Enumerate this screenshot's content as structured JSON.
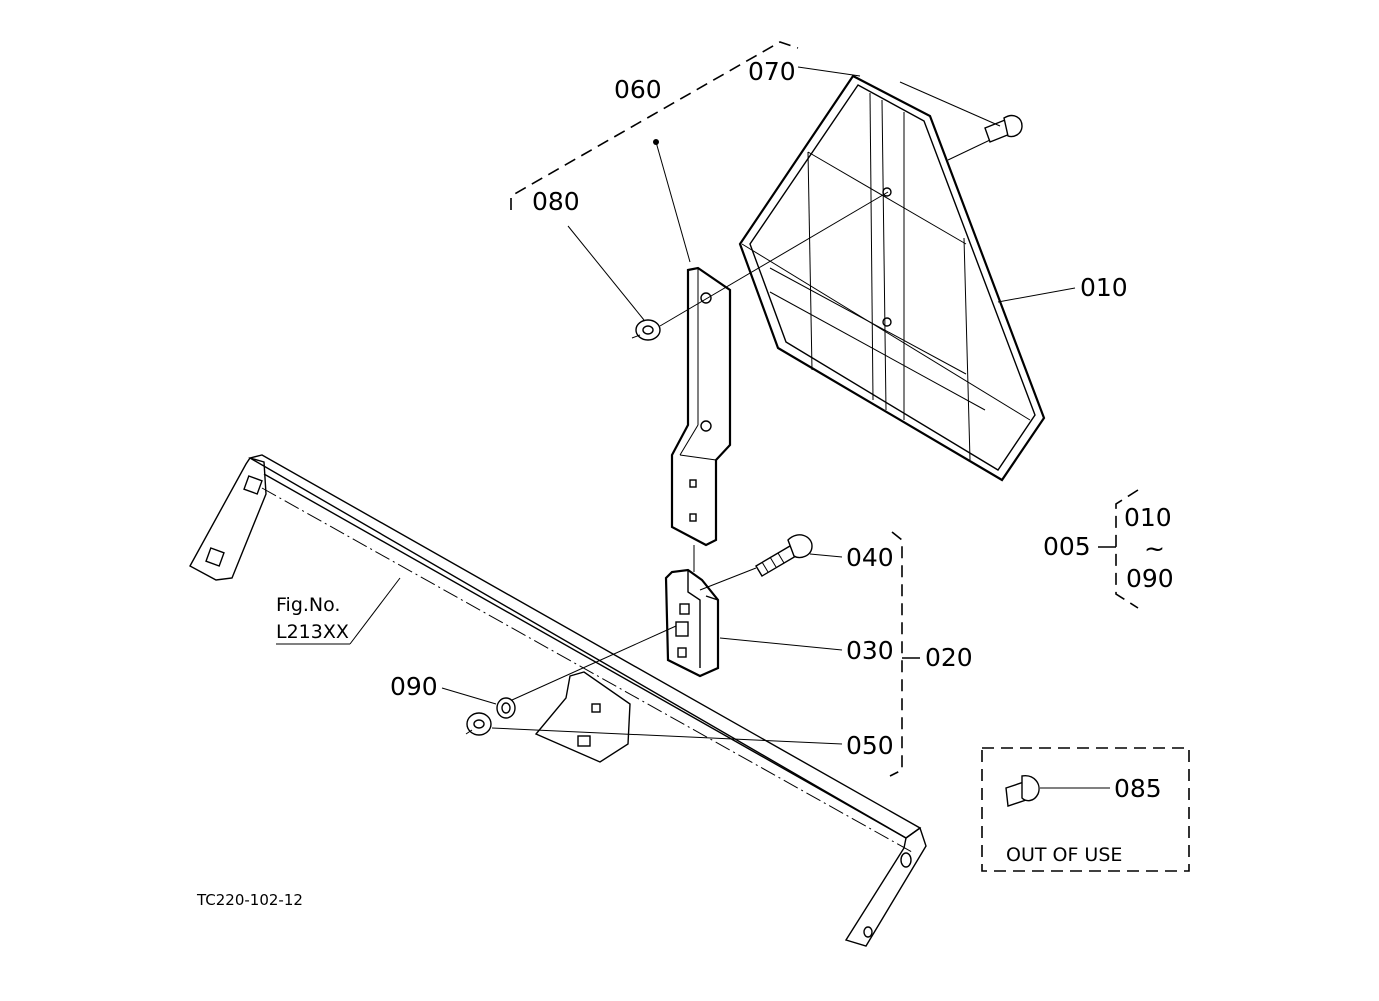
{
  "callouts": {
    "p060": "060",
    "p070": "070",
    "p080": "080",
    "p010": "010",
    "p005": "005",
    "p010_range_start": "010",
    "range_tilde": "~",
    "p090_range_end": "090",
    "p040": "040",
    "p030": "030",
    "p020": "020",
    "p090": "090",
    "p050": "050",
    "p085": "085"
  },
  "figure_reference": {
    "line1": "Fig.No.",
    "line2": "L213XX"
  },
  "out_of_use_box": {
    "label": "OUT OF USE"
  },
  "drawing_code": "TC220-102-12"
}
